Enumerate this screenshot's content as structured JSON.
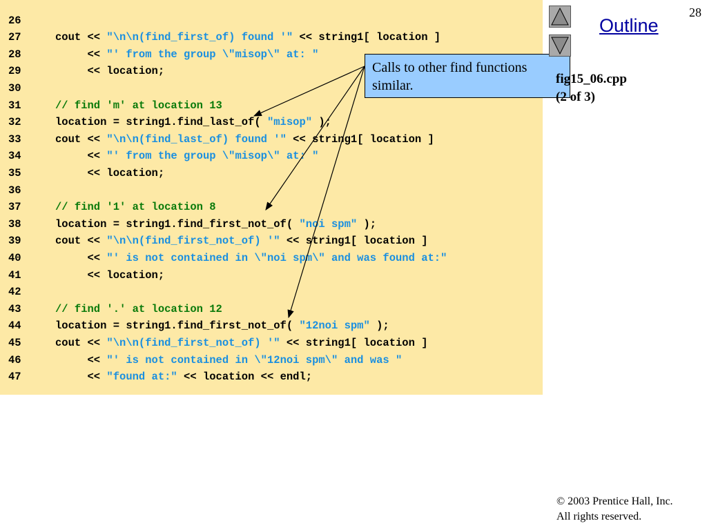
{
  "slide": {
    "page_number": "28",
    "outline_title": "Outline",
    "file_label_line1": "fig15_06.cpp",
    "file_label_line2": "(2 of 3)",
    "callout_text": "Calls to other find functions similar.",
    "footer_line1": "© 2003 Prentice Hall, Inc.",
    "footer_line2": "All rights reserved."
  },
  "code_lines": [
    {
      "num": "26",
      "segments": []
    },
    {
      "num": "27",
      "segments": [
        {
          "t": "normal",
          "text": "cout << "
        },
        {
          "t": "string",
          "text": "\"\\n\\n(find_first_of) found '\""
        },
        {
          "t": "normal",
          "text": " << string1[ location ]"
        }
      ]
    },
    {
      "num": "28",
      "segments": [
        {
          "t": "normal",
          "text": "     << "
        },
        {
          "t": "string",
          "text": "\"' from the group \\\"misop\\\" at: \""
        }
      ]
    },
    {
      "num": "29",
      "segments": [
        {
          "t": "normal",
          "text": "     << location;"
        }
      ]
    },
    {
      "num": "30",
      "segments": []
    },
    {
      "num": "31",
      "segments": [
        {
          "t": "comment",
          "text": "// find 'm' at location 13"
        }
      ]
    },
    {
      "num": "32",
      "segments": [
        {
          "t": "normal",
          "text": "location = string1.find_last_of( "
        },
        {
          "t": "string",
          "text": "\"misop\""
        },
        {
          "t": "normal",
          "text": " );"
        }
      ]
    },
    {
      "num": "33",
      "segments": [
        {
          "t": "normal",
          "text": "cout << "
        },
        {
          "t": "string",
          "text": "\"\\n\\n(find_last_of) found '\""
        },
        {
          "t": "normal",
          "text": " << string1[ location ]"
        }
      ]
    },
    {
      "num": "34",
      "segments": [
        {
          "t": "normal",
          "text": "     << "
        },
        {
          "t": "string",
          "text": "\"' from the group \\\"misop\\\" at: \""
        }
      ]
    },
    {
      "num": "35",
      "segments": [
        {
          "t": "normal",
          "text": "     << location;"
        }
      ]
    },
    {
      "num": "36",
      "segments": []
    },
    {
      "num": "37",
      "segments": [
        {
          "t": "comment",
          "text": "// find '1' at location 8"
        }
      ]
    },
    {
      "num": "38",
      "segments": [
        {
          "t": "normal",
          "text": "location = string1.find_first_not_of( "
        },
        {
          "t": "string",
          "text": "\"noi spm\""
        },
        {
          "t": "normal",
          "text": " );"
        }
      ]
    },
    {
      "num": "39",
      "segments": [
        {
          "t": "normal",
          "text": "cout << "
        },
        {
          "t": "string",
          "text": "\"\\n\\n(find_first_not_of) '\""
        },
        {
          "t": "normal",
          "text": " << string1[ location ]"
        }
      ]
    },
    {
      "num": "40",
      "segments": [
        {
          "t": "normal",
          "text": "     << "
        },
        {
          "t": "string",
          "text": "\"' is not contained in \\\"noi spm\\\" and was found at:\""
        }
      ]
    },
    {
      "num": "41",
      "segments": [
        {
          "t": "normal",
          "text": "     << location;"
        }
      ]
    },
    {
      "num": "42",
      "segments": []
    },
    {
      "num": "43",
      "segments": [
        {
          "t": "comment",
          "text": "// find '.' at location 12"
        }
      ]
    },
    {
      "num": "44",
      "segments": [
        {
          "t": "normal",
          "text": "location = string1.find_first_not_of( "
        },
        {
          "t": "string",
          "text": "\"12noi spm\""
        },
        {
          "t": "normal",
          "text": " );"
        }
      ]
    },
    {
      "num": "45",
      "segments": [
        {
          "t": "normal",
          "text": "cout << "
        },
        {
          "t": "string",
          "text": "\"\\n\\n(find_first_not_of) '\""
        },
        {
          "t": "normal",
          "text": " << string1[ location ]"
        }
      ]
    },
    {
      "num": "46",
      "segments": [
        {
          "t": "normal",
          "text": "     << "
        },
        {
          "t": "string",
          "text": "\"' is not contained in \\\"12noi spm\\\" and was \""
        }
      ]
    },
    {
      "num": "47",
      "segments": [
        {
          "t": "normal",
          "text": "     << "
        },
        {
          "t": "string",
          "text": "\"found at:\""
        },
        {
          "t": "normal",
          "text": " << location << endl;"
        }
      ]
    }
  ],
  "icons": {
    "up": "triangle-up-icon",
    "down": "triangle-down-icon"
  },
  "colors": {
    "code_background": "#fde9a6",
    "comment": "#0a7a0a",
    "string": "#1a8fe0",
    "callout_background": "#99ccff",
    "outline_link": "#0000a0"
  }
}
